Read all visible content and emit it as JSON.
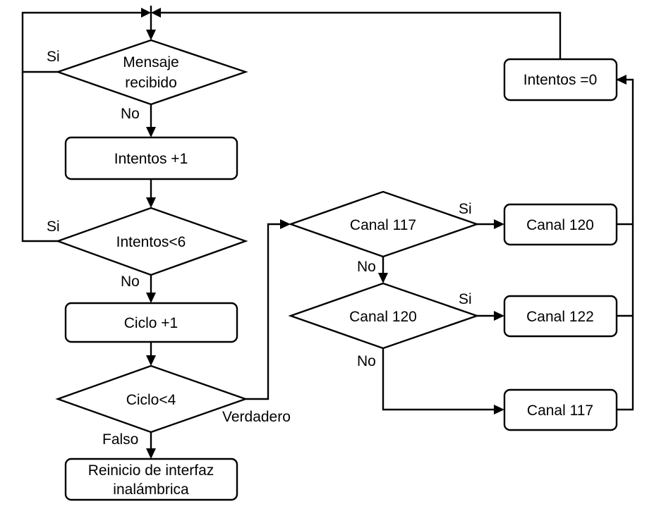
{
  "nodes": {
    "mensaje": {
      "lines": [
        "Mensaje",
        "recibido"
      ]
    },
    "intentos_inc": {
      "lines": [
        "Intentos +1"
      ]
    },
    "intentos_cond": {
      "lines": [
        "Intentos<6"
      ]
    },
    "ciclo_inc": {
      "lines": [
        "Ciclo +1"
      ]
    },
    "ciclo_cond": {
      "lines": [
        "Ciclo<4"
      ]
    },
    "reinicio": {
      "lines": [
        "Reinicio de interfaz",
        "inalámbrica"
      ]
    },
    "canal117_cond": {
      "lines": [
        "Canal 117"
      ]
    },
    "canal120_cond": {
      "lines": [
        "Canal 120"
      ]
    },
    "canal120_box": {
      "lines": [
        "Canal 120"
      ]
    },
    "canal122_box": {
      "lines": [
        "Canal 122"
      ]
    },
    "canal117_box": {
      "lines": [
        "Canal 117"
      ]
    },
    "intentos_zero": {
      "lines": [
        "Intentos =0"
      ]
    }
  },
  "edge_labels": {
    "mensaje_si": "Si",
    "mensaje_no": "No",
    "intentos_si": "Si",
    "intentos_no": "No",
    "ciclo_verdadero": "Verdadero",
    "ciclo_falso": "Falso",
    "canal117_si": "Si",
    "canal117_no": "No",
    "canal120_si": "Si",
    "canal120_no": "No"
  }
}
